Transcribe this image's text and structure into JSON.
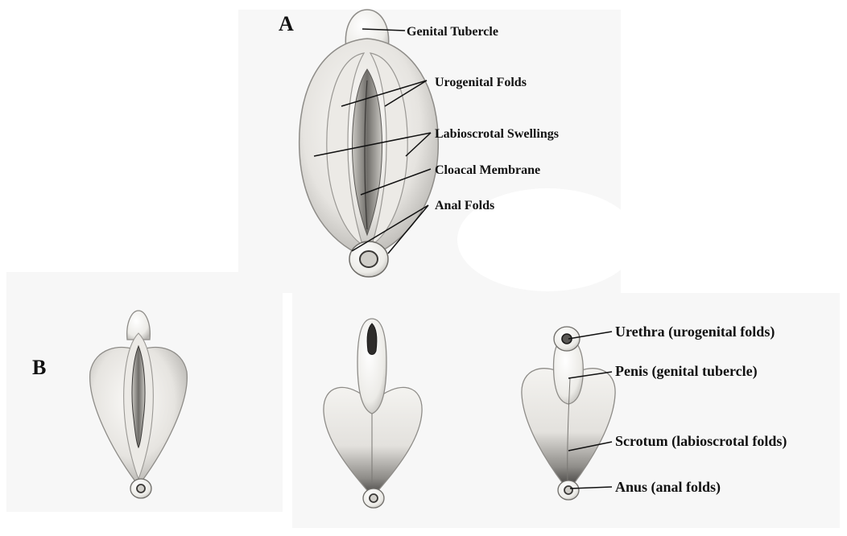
{
  "panel_a": {
    "letter": "A",
    "labels": {
      "genital_tubercle": "Genital Tubercle",
      "urogenital_folds": "Urogenital Folds",
      "labioscrotal_swellings": "Labioscrotal Swellings",
      "cloacal_membrane": "Cloacal Membrane",
      "anal_folds": "Anal Folds"
    }
  },
  "panel_b": {
    "letter": "B",
    "labels": {
      "urethra": "Urethra (urogenital folds)",
      "penis": "Penis (genital tubercle)",
      "scrotum": "Scrotum (labioscrotal folds)",
      "anus": "Anus (anal folds)"
    }
  },
  "colors": {
    "panel_background": "#f7f7f7",
    "tissue_light": "#f6f5f2",
    "tissue_mid": "#d9d7d2",
    "tissue_shadow": "#8e8c88",
    "tissue_dark": "#3a3836",
    "text": "#111111"
  }
}
